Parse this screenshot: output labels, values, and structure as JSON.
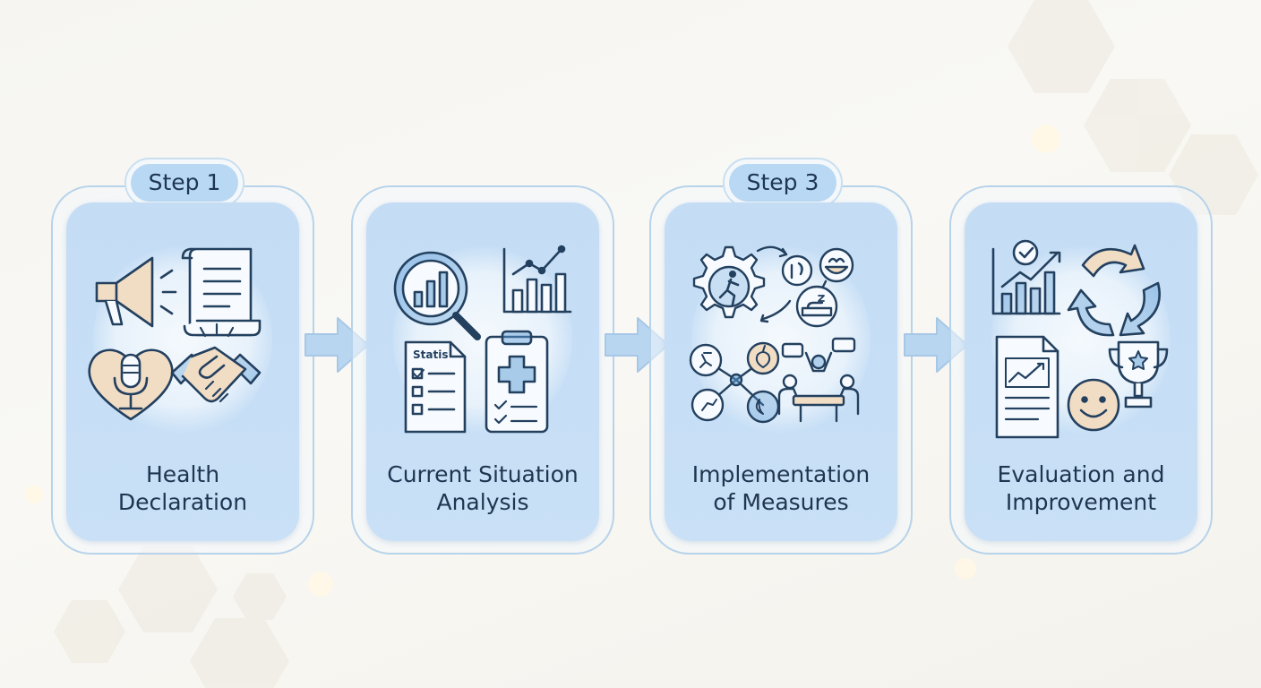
{
  "steps": [
    {
      "badge": "Step 1",
      "title_line1": "Health",
      "title_line2": "Declaration",
      "doc_label": ""
    },
    {
      "badge": "",
      "title_line1": "Current Situation",
      "title_line2": "Analysis",
      "doc_label": "Statis"
    },
    {
      "badge": "Step 3",
      "title_line1": "Implementation",
      "title_line2": "of Measures",
      "doc_label": ""
    },
    {
      "badge": "",
      "title_line1": "Evaluation and",
      "title_line2": "Improvement",
      "doc_label": ""
    }
  ],
  "colors": {
    "card": "#c4ddf5",
    "outline": "#b7d3ea",
    "icon_stroke": "#23405f",
    "accent_blue": "#5a9bd6",
    "accent_beige": "#f1dcc4",
    "text": "#1f3551"
  },
  "icons": [
    [
      "megaphone-icon",
      "scroll-document-icon",
      "heart-microphone-icon",
      "handshake-icon"
    ],
    [
      "magnifier-chart-icon",
      "line-bar-chart-icon",
      "statistics-checklist-icon",
      "medical-clipboard-icon"
    ],
    [
      "gear-runner-icon",
      "healthy-food-icon",
      "sleep-bed-icon",
      "activity-network-icon",
      "team-meeting-icon"
    ],
    [
      "checkmark-growth-chart-icon",
      "cycle-arrows-icon",
      "report-document-icon",
      "smiley-face-icon",
      "trophy-icon"
    ]
  ]
}
